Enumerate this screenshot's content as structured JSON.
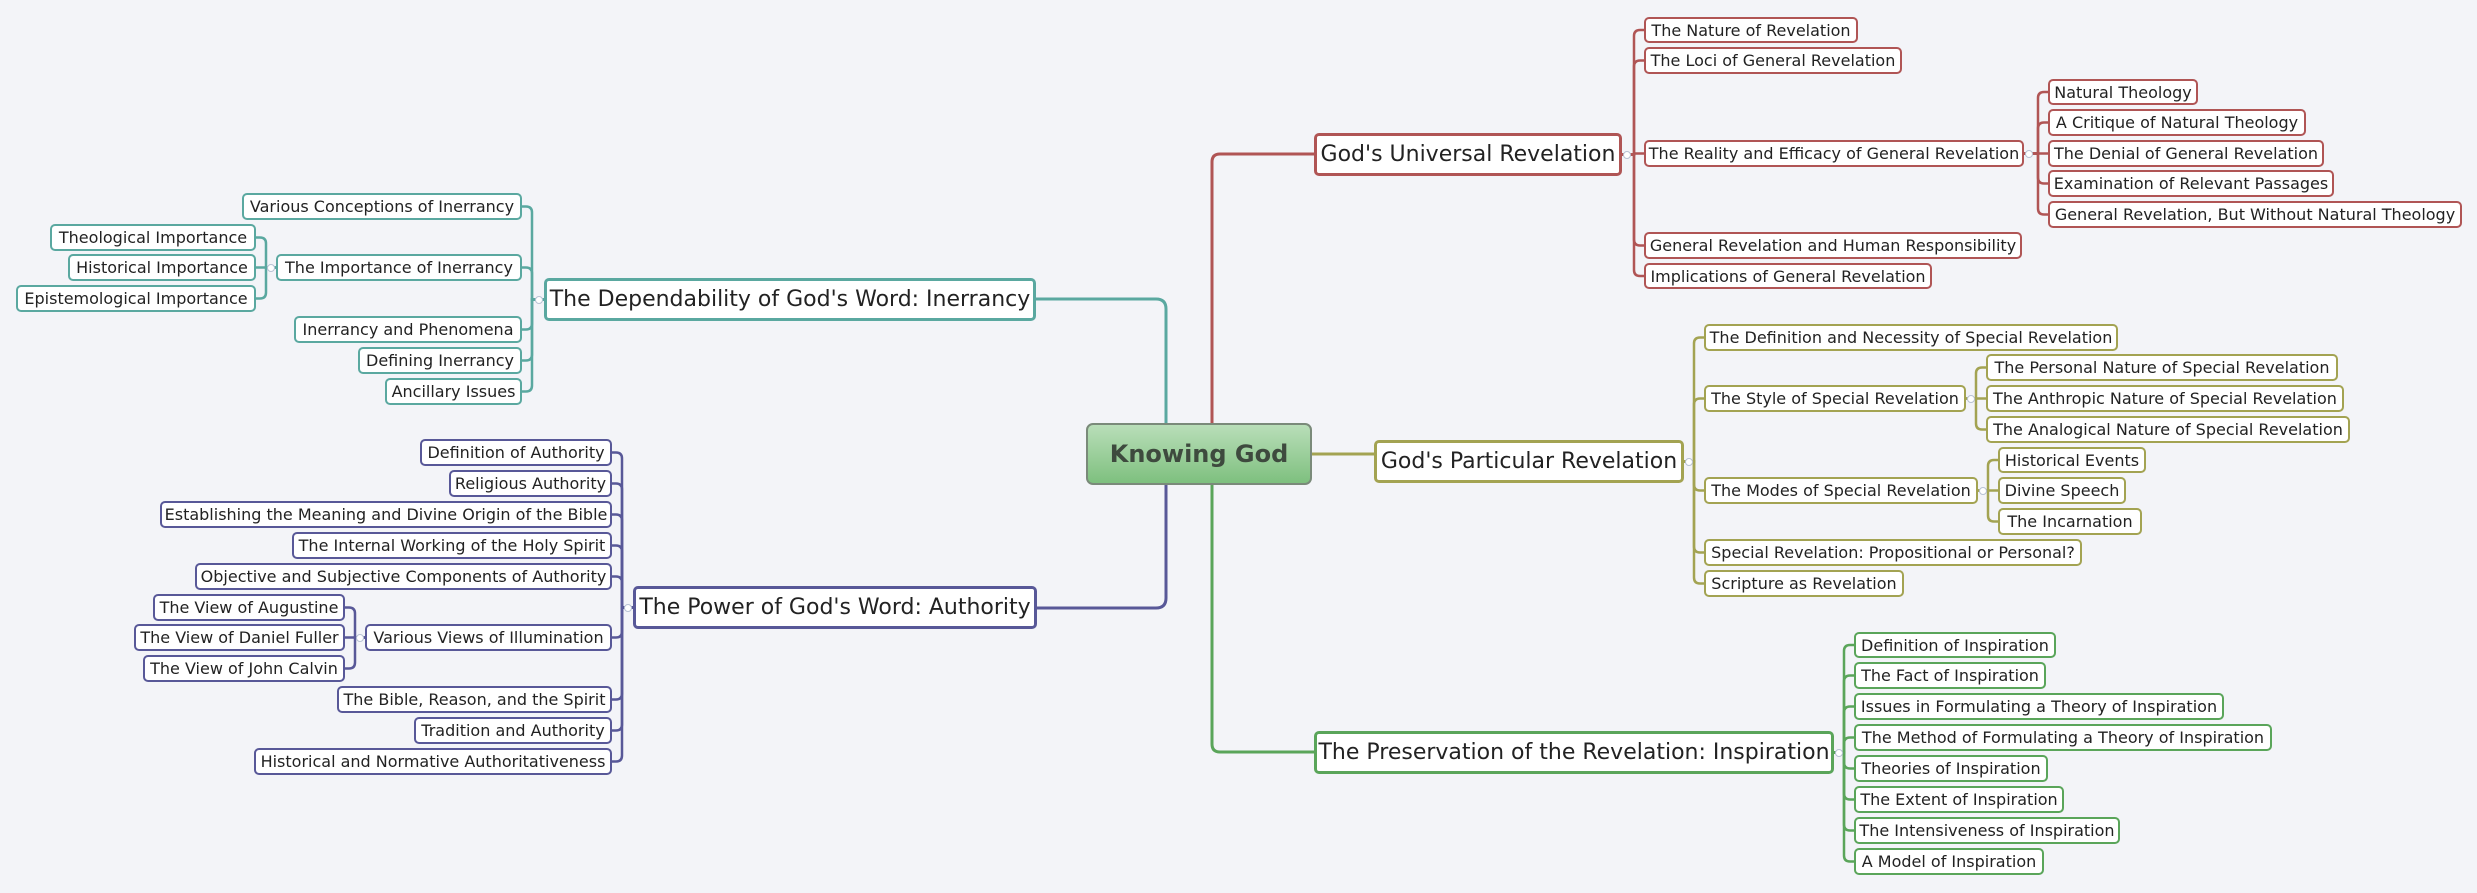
{
  "center": {
    "label": "Knowing God"
  },
  "branches": [
    {
      "id": "universal",
      "label": "God's Universal Revelation",
      "color": "#b05555",
      "children": [
        {
          "label": "The Nature of Revelation"
        },
        {
          "label": "The Loci of General Revelation"
        },
        {
          "label": "The Reality and Efficacy of General Revelation",
          "children": [
            {
              "label": "Natural Theology"
            },
            {
              "label": "A Critique of Natural Theology"
            },
            {
              "label": "The Denial of General Revelation"
            },
            {
              "label": "Examination of Relevant Passages"
            },
            {
              "label": "General Revelation, But Without Natural Theology"
            }
          ]
        },
        {
          "label": "General Revelation and Human Responsibility"
        },
        {
          "label": "Implications of General Revelation"
        }
      ]
    },
    {
      "id": "particular",
      "label": "God's Particular Revelation",
      "color": "#a3a352",
      "children": [
        {
          "label": "The Definition and Necessity of Special Revelation"
        },
        {
          "label": "The Style of Special Revelation",
          "children": [
            {
              "label": "The Personal Nature of Special Revelation"
            },
            {
              "label": "The Anthropic Nature of Special Revelation"
            },
            {
              "label": "The Analogical Nature of Special Revelation"
            }
          ]
        },
        {
          "label": "The Modes of Special Revelation",
          "children": [
            {
              "label": "Historical Events"
            },
            {
              "label": "Divine Speech"
            },
            {
              "label": "The Incarnation"
            }
          ]
        },
        {
          "label": "Special Revelation: Propositional or Personal?"
        },
        {
          "label": "Scripture as Revelation"
        }
      ]
    },
    {
      "id": "preservation",
      "label": "The Preservation of the Revelation: Inspiration",
      "color": "#5aa55a",
      "children": [
        {
          "label": "Definition of Inspiration"
        },
        {
          "label": "The Fact of Inspiration"
        },
        {
          "label": "Issues in Formulating a Theory of Inspiration"
        },
        {
          "label": "The Method of Formulating a Theory of Inspiration"
        },
        {
          "label": "Theories of Inspiration"
        },
        {
          "label": "The Extent of Inspiration"
        },
        {
          "label": "The Intensiveness of Inspiration"
        },
        {
          "label": "A Model of Inspiration"
        }
      ]
    },
    {
      "id": "dependability",
      "label": "The Dependability of God's Word: Inerrancy",
      "color": "#5aa8a0",
      "children": [
        {
          "label": "Various Conceptions of Inerrancy"
        },
        {
          "label": "The Importance of Inerrancy",
          "children": [
            {
              "label": "Theological Importance"
            },
            {
              "label": "Historical Importance"
            },
            {
              "label": "Epistemological Importance"
            }
          ]
        },
        {
          "label": "Inerrancy and Phenomena"
        },
        {
          "label": "Defining Inerrancy"
        },
        {
          "label": "Ancillary Issues"
        }
      ]
    },
    {
      "id": "power",
      "label": "The Power of God's Word: Authority",
      "color": "#585898",
      "children": [
        {
          "label": "Definition of Authority"
        },
        {
          "label": "Religious Authority"
        },
        {
          "label": "Establishing the Meaning and Divine Origin of the Bible"
        },
        {
          "label": "The Internal Working of the Holy Spirit"
        },
        {
          "label": "Objective and Subjective Components of Authority"
        },
        {
          "label": "Various Views of Illumination",
          "children": [
            {
              "label": "The View of Augustine"
            },
            {
              "label": "The View of Daniel Fuller"
            },
            {
              "label": "The View of John Calvin"
            }
          ]
        },
        {
          "label": "The Bible, Reason, and the Spirit"
        },
        {
          "label": "Tradition and Authority"
        },
        {
          "label": "Historical and Normative Authoritativeness"
        }
      ]
    }
  ]
}
